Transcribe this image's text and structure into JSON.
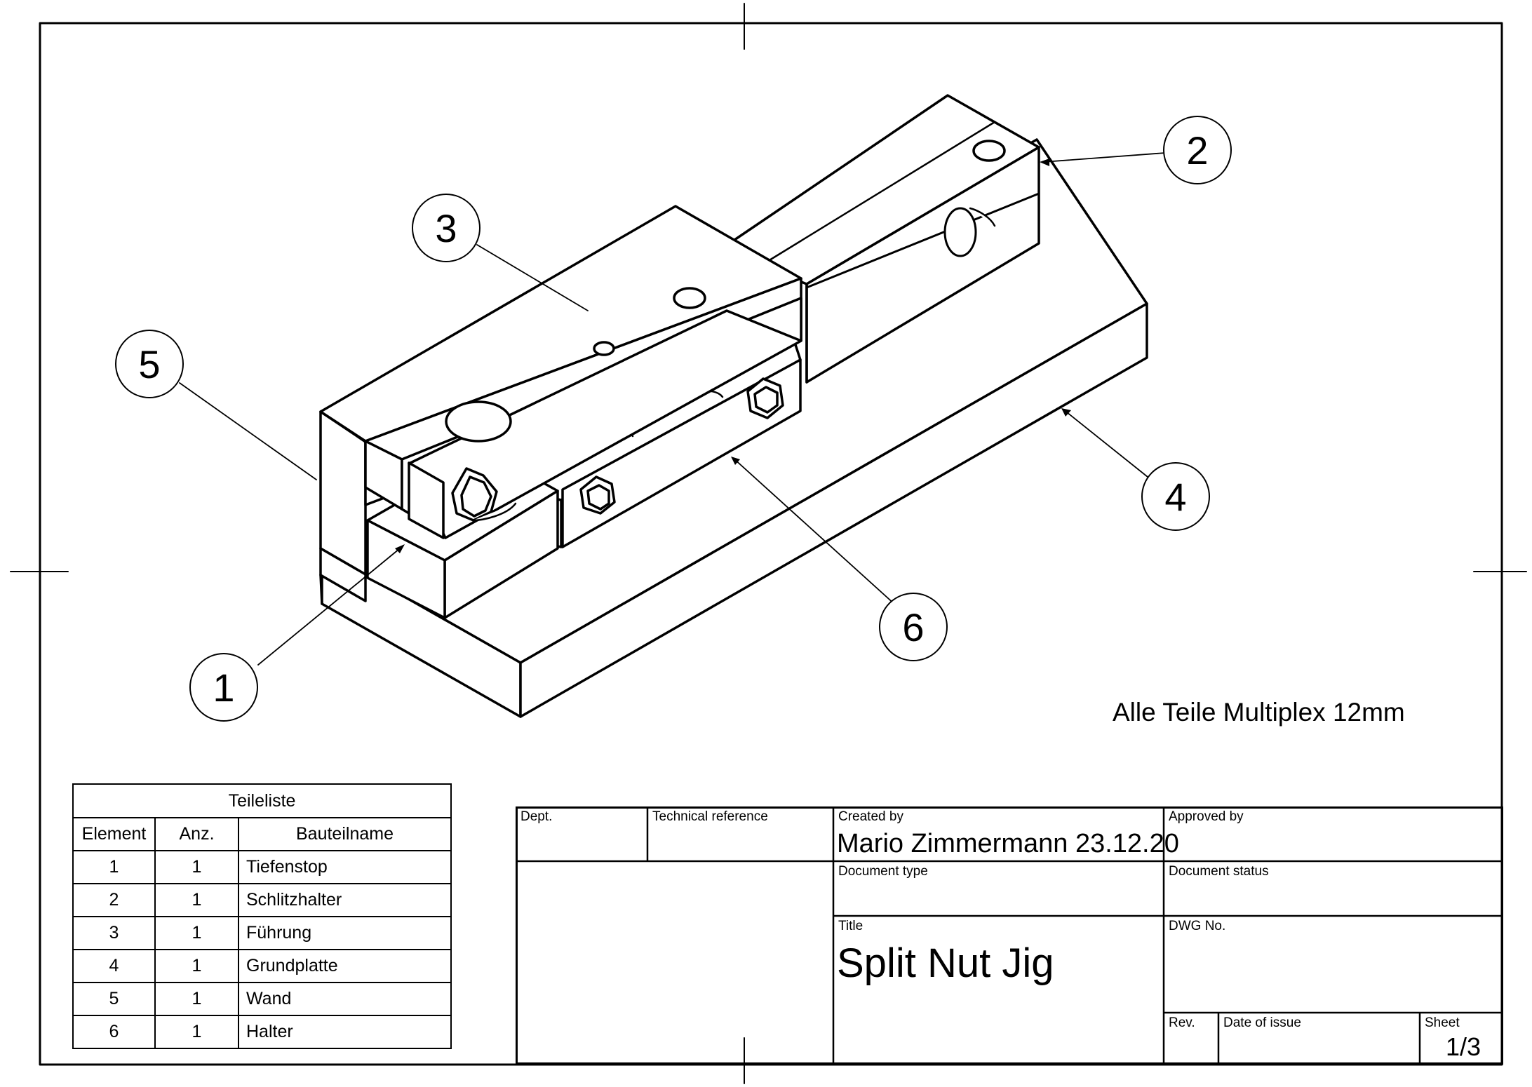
{
  "balloons": {
    "b1": "1",
    "b2": "2",
    "b3": "3",
    "b4": "4",
    "b5": "5",
    "b6": "6"
  },
  "note": "Alle Teile Multiplex 12mm",
  "parts_list": {
    "caption": "Teileliste",
    "headers": [
      "Element",
      "Anz.",
      "Bauteilname"
    ],
    "rows": [
      [
        "1",
        "1",
        "Tiefenstop"
      ],
      [
        "2",
        "1",
        "Schlitzhalter"
      ],
      [
        "3",
        "1",
        "Führung"
      ],
      [
        "4",
        "1",
        "Grundplatte"
      ],
      [
        "5",
        "1",
        "Wand"
      ],
      [
        "6",
        "1",
        "Halter"
      ]
    ]
  },
  "title_block": {
    "dept_label": "Dept.",
    "techref_label": "Technical reference",
    "created_label": "Created by",
    "created_value": "Mario Zimmermann 23.12.20",
    "approved_label": "Approved by",
    "doctype_label": "Document type",
    "docstatus_label": "Document status",
    "title_label": "Title",
    "title_value": "Split Nut Jig",
    "dwg_label": "DWG No.",
    "rev_label": "Rev.",
    "date_label": "Date of issue",
    "sheet_label": "Sheet",
    "sheet_value": "1/3"
  }
}
